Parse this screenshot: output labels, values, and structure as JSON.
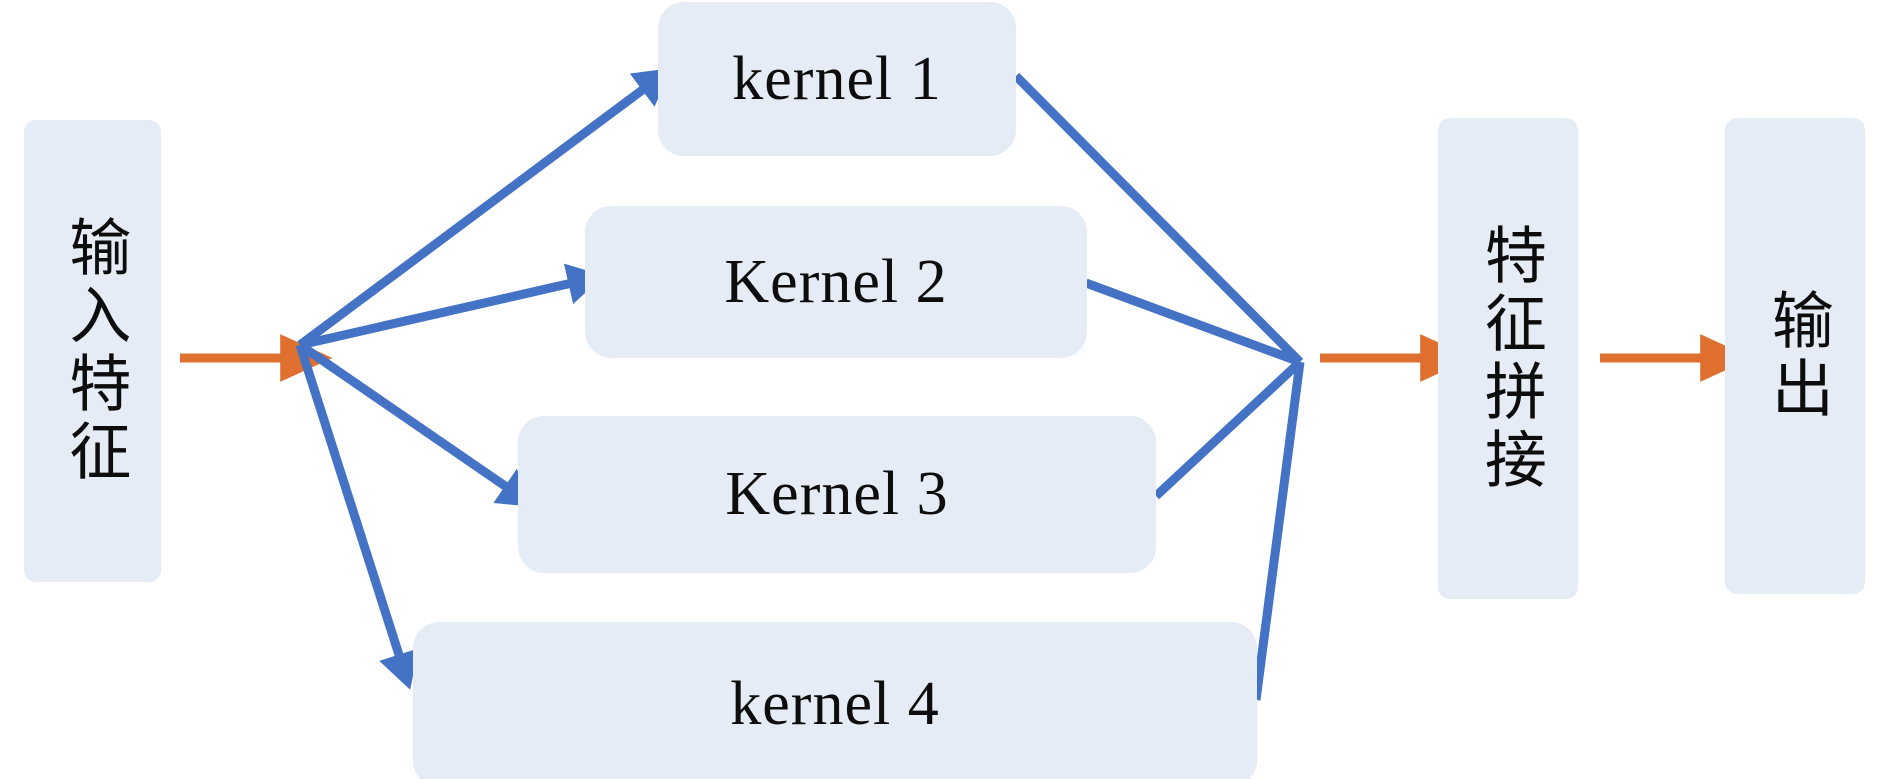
{
  "diagram": {
    "type": "flow-diagram",
    "title": "Multi-kernel parallel convolution feature concatenation",
    "colors": {
      "node_fill": "#e6ecf5",
      "branch_edge": "#4472c4",
      "main_edge": "#e0702f",
      "text": "#0d0d0d",
      "background": "#ffffff"
    },
    "nodes": [
      {
        "id": "input",
        "label": "输入特征",
        "orientation": "vertical",
        "shape": "rounded-rect"
      },
      {
        "id": "kernel1",
        "label": "kernel 1",
        "orientation": "horizontal",
        "shape": "rounded-rect"
      },
      {
        "id": "kernel2",
        "label": "Kernel 2",
        "orientation": "horizontal",
        "shape": "rounded-rect"
      },
      {
        "id": "kernel3",
        "label": "Kernel 3",
        "orientation": "horizontal",
        "shape": "rounded-rect"
      },
      {
        "id": "kernel4",
        "label": "kernel 4",
        "orientation": "horizontal",
        "shape": "rounded-rect"
      },
      {
        "id": "concat",
        "label": "特征拼接",
        "orientation": "vertical",
        "shape": "rounded-rect"
      },
      {
        "id": "output",
        "label": "输出",
        "orientation": "vertical",
        "shape": "rounded-rect"
      }
    ],
    "edges": [
      {
        "id": "e-input-split",
        "from": "input",
        "to": "split-node",
        "style": "orange-arrow"
      },
      {
        "id": "e-split-kernel1",
        "from": "split-node",
        "to": "kernel1",
        "style": "blue-arrow"
      },
      {
        "id": "e-split-kernel2",
        "from": "split-node",
        "to": "kernel2",
        "style": "blue-arrow"
      },
      {
        "id": "e-split-kernel3",
        "from": "split-node",
        "to": "kernel3",
        "style": "blue-arrow"
      },
      {
        "id": "e-split-kernel4",
        "from": "split-node",
        "to": "kernel4",
        "style": "blue-arrow"
      },
      {
        "id": "e-kernel1-merge",
        "from": "kernel1",
        "to": "merge-node",
        "style": "blue-line"
      },
      {
        "id": "e-kernel2-merge",
        "from": "kernel2",
        "to": "merge-node",
        "style": "blue-line"
      },
      {
        "id": "e-kernel3-merge",
        "from": "kernel3",
        "to": "merge-node",
        "style": "blue-line"
      },
      {
        "id": "e-kernel4-merge",
        "from": "kernel4",
        "to": "merge-node",
        "style": "blue-line"
      },
      {
        "id": "e-merge-concat",
        "from": "merge-node",
        "to": "concat",
        "style": "orange-arrow"
      },
      {
        "id": "e-concat-output",
        "from": "concat",
        "to": "output",
        "style": "orange-arrow"
      }
    ]
  }
}
